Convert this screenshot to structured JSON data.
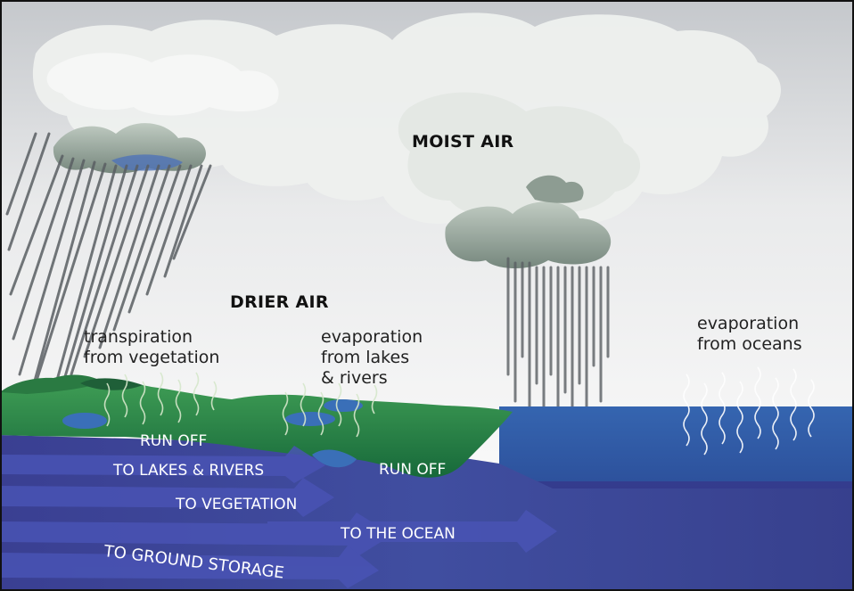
{
  "labels": {
    "moist_air": "MOIST AIR",
    "drier_air": "DRIER AIR",
    "transpiration": "transpiration\nfrom vegetation",
    "evaporation_lakes": "evaporation\nfrom lakes\n& rivers",
    "evaporation_oceans": "evaporation\nfrom oceans",
    "run_off_land": "RUN OFF",
    "run_off_coast": "RUN OFF",
    "to_lakes_rivers": "TO LAKES & RIVERS",
    "to_vegetation": "TO VEGETATION",
    "to_ground_storage": "TO GROUND STORAGE",
    "to_the_ocean": "TO THE OCEAN"
  },
  "colors": {
    "sky_top": "#c9ccd0",
    "sky_light": "#f4f5f6",
    "cloud_white": "#f2f3f2",
    "cloud_grey": "#8f9f95",
    "land_green": "#1f7a3e",
    "land_light": "#3d9a52",
    "ocean_surface": "#2f5fa8",
    "ocean_deep": "#2e3a86",
    "ground_purple": "#3a3d8c",
    "flow_arrow": "#434bb0",
    "rain": "#555a5e",
    "vapor": "#d7e6c8"
  },
  "icons": [
    "cloud-icon",
    "rain-icon",
    "vapor-wave-icon",
    "flow-arrow-icon"
  ]
}
